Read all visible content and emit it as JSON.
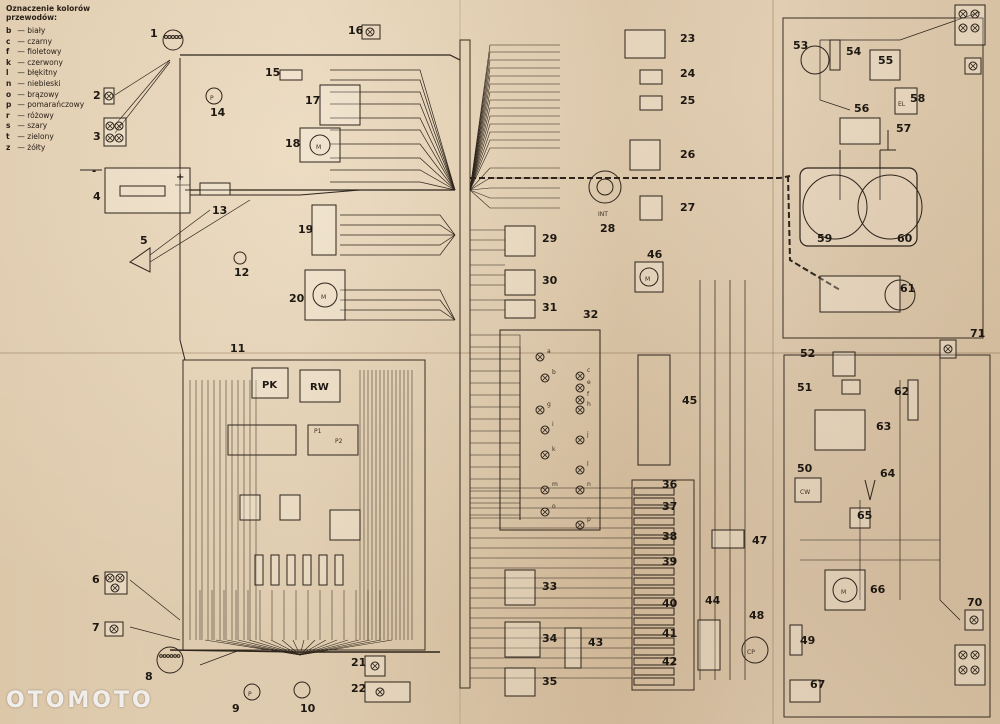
{
  "legend": {
    "title": "Oznaczenie kolorów przewodów:",
    "items": [
      {
        "code": "b",
        "name": "biały"
      },
      {
        "code": "c",
        "name": "czarny"
      },
      {
        "code": "f",
        "name": "fioletowy"
      },
      {
        "code": "k",
        "name": "czerwony"
      },
      {
        "code": "l",
        "name": "błękitny"
      },
      {
        "code": "n",
        "name": "niebieski"
      },
      {
        "code": "o",
        "name": "brązowy"
      },
      {
        "code": "p",
        "name": "pomarańczowy"
      },
      {
        "code": "r",
        "name": "różowy"
      },
      {
        "code": "s",
        "name": "szary"
      },
      {
        "code": "t",
        "name": "zielony"
      },
      {
        "code": "z",
        "name": "żółty"
      }
    ]
  },
  "components": [
    {
      "n": "1"
    },
    {
      "n": "2"
    },
    {
      "n": "3"
    },
    {
      "n": "4"
    },
    {
      "n": "5"
    },
    {
      "n": "6"
    },
    {
      "n": "7"
    },
    {
      "n": "8"
    },
    {
      "n": "9"
    },
    {
      "n": "10"
    },
    {
      "n": "11"
    },
    {
      "n": "12"
    },
    {
      "n": "13"
    },
    {
      "n": "14"
    },
    {
      "n": "15"
    },
    {
      "n": "16"
    },
    {
      "n": "17"
    },
    {
      "n": "18"
    },
    {
      "n": "19"
    },
    {
      "n": "20"
    },
    {
      "n": "21"
    },
    {
      "n": "22"
    },
    {
      "n": "23"
    },
    {
      "n": "24"
    },
    {
      "n": "25"
    },
    {
      "n": "26"
    },
    {
      "n": "27"
    },
    {
      "n": "28"
    },
    {
      "n": "29"
    },
    {
      "n": "30"
    },
    {
      "n": "31"
    },
    {
      "n": "32"
    },
    {
      "n": "33"
    },
    {
      "n": "34"
    },
    {
      "n": "35"
    },
    {
      "n": "36"
    },
    {
      "n": "37"
    },
    {
      "n": "38"
    },
    {
      "n": "39"
    },
    {
      "n": "40"
    },
    {
      "n": "41"
    },
    {
      "n": "42"
    },
    {
      "n": "43"
    },
    {
      "n": "44"
    },
    {
      "n": "45"
    },
    {
      "n": "46"
    },
    {
      "n": "47"
    },
    {
      "n": "48"
    },
    {
      "n": "49"
    },
    {
      "n": "50"
    },
    {
      "n": "51"
    },
    {
      "n": "52"
    },
    {
      "n": "53"
    },
    {
      "n": "54"
    },
    {
      "n": "55"
    },
    {
      "n": "56"
    },
    {
      "n": "57"
    },
    {
      "n": "58"
    },
    {
      "n": "59"
    },
    {
      "n": "60"
    },
    {
      "n": "61"
    },
    {
      "n": "62"
    },
    {
      "n": "63"
    },
    {
      "n": "64"
    },
    {
      "n": "65"
    },
    {
      "n": "66"
    },
    {
      "n": "67"
    },
    {
      "n": "70"
    },
    {
      "n": "71"
    }
  ],
  "device_labels": {
    "pk": "PK",
    "rw": "RW",
    "p1": "P1",
    "p2": "P2",
    "el": "EL",
    "cw": "CW",
    "cp": "CP",
    "int": "INT",
    "motor": "M",
    "pump": "P",
    "battery_plus": "+",
    "battery_minus": "-"
  },
  "relay_letters": [
    "a",
    "b",
    "c",
    "e",
    "f",
    "g",
    "h",
    "i",
    "j",
    "k",
    "l",
    "m",
    "n",
    "o",
    "p"
  ],
  "watermark": "OTOMOTO"
}
